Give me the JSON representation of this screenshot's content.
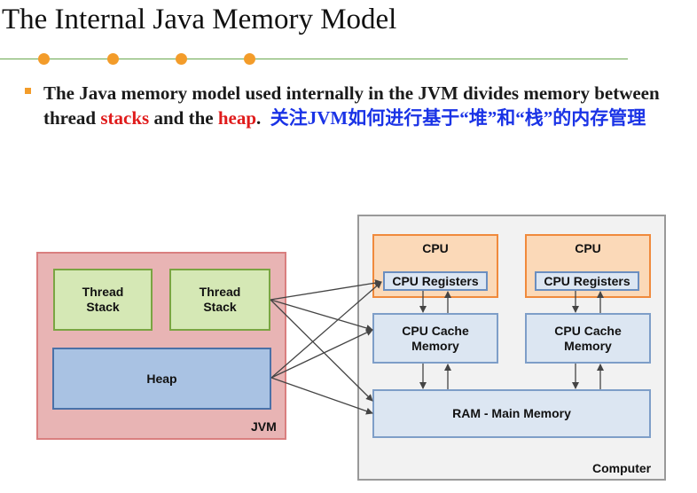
{
  "slide": {
    "title": "The Internal Java Memory Model",
    "bullet": {
      "text_part1": "The Java memory model used internally in the JVM divides memory between thread ",
      "highlight_stacks": "stacks",
      "text_part2": " and the ",
      "highlight_heap": "heap",
      "text_part3": ".  ",
      "chinese_note": "关注JVM如何进行基于“堆”和“栈”的内存管理"
    }
  },
  "diagram": {
    "jvm": {
      "label": "JVM",
      "thread_stack_1": "Thread\nStack",
      "thread_stack_2": "Thread\nStack",
      "heap": "Heap"
    },
    "computer": {
      "label": "Computer",
      "cpu_1": {
        "label": "CPU",
        "registers": "CPU Registers",
        "cache": "CPU Cache\nMemory"
      },
      "cpu_2": {
        "label": "CPU",
        "registers": "CPU Registers",
        "cache": "CPU Cache\nMemory"
      },
      "ram": "RAM - Main Memory"
    }
  },
  "colors": {
    "accent_orange": "#f39c2a",
    "rule_green": "#6aa84f",
    "highlight_red": "#e01b1b",
    "highlight_blue": "#1a33e6"
  }
}
